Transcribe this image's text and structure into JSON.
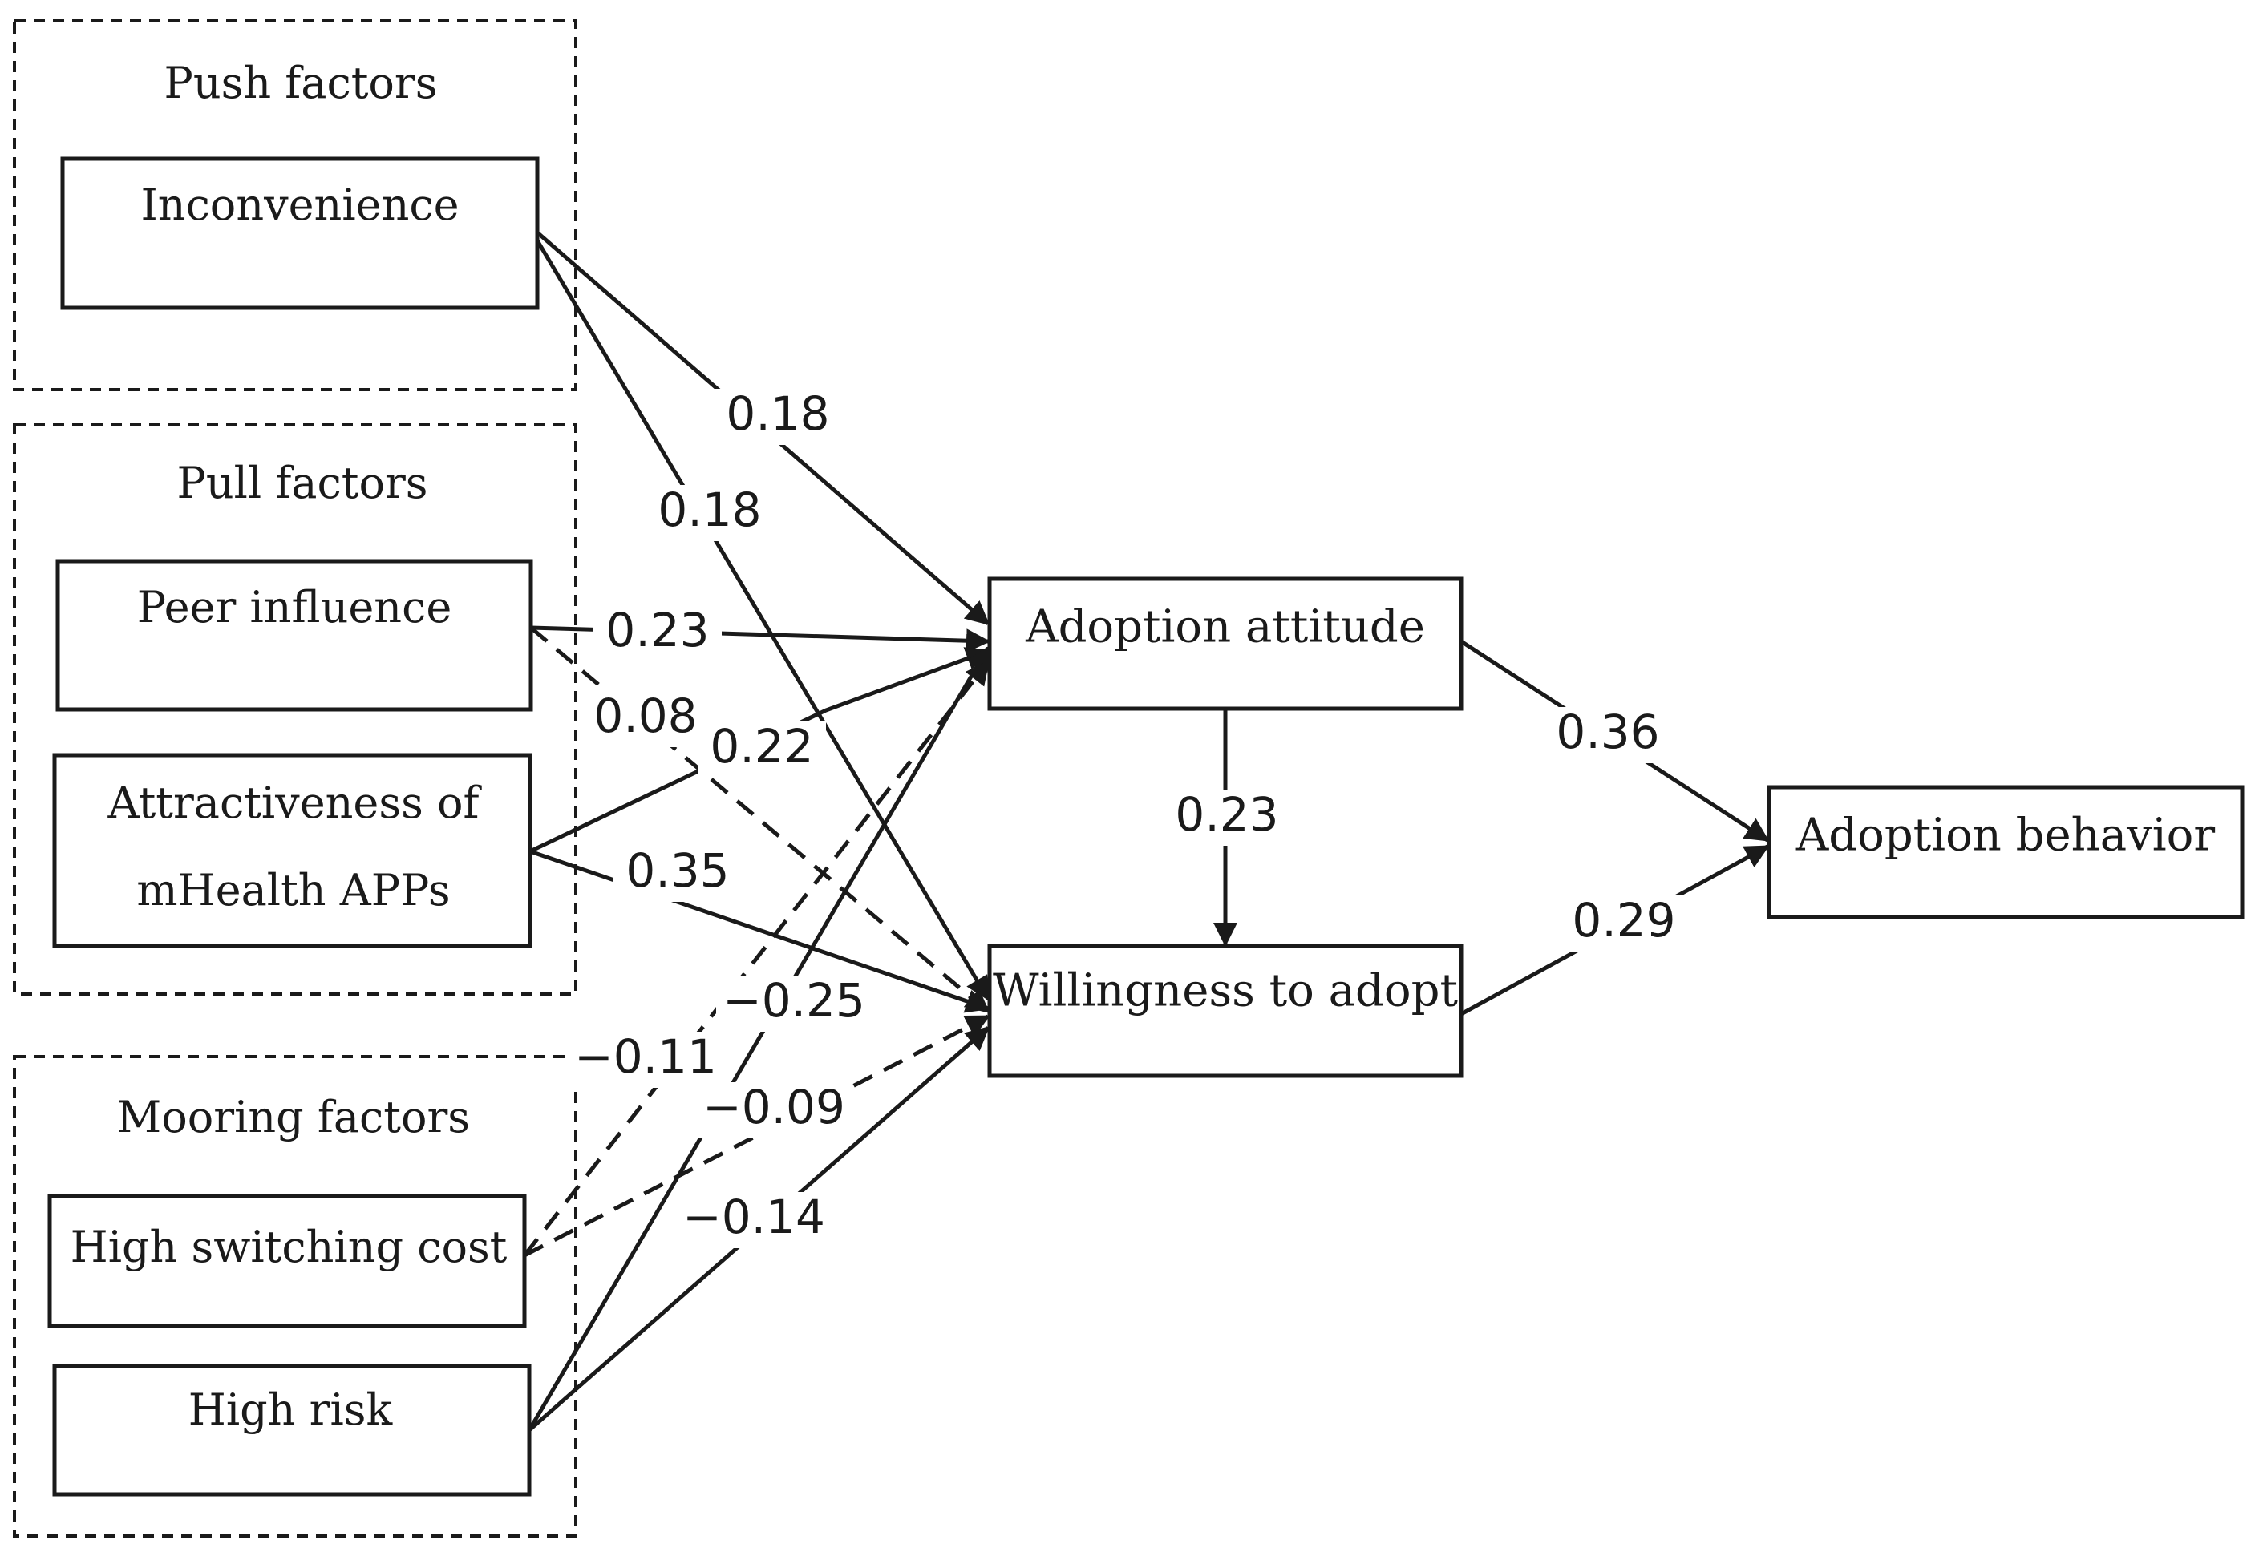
{
  "groups": {
    "push": {
      "title": "Push factors"
    },
    "pull": {
      "title": "Pull factors"
    },
    "mooring": {
      "title": "Mooring factors"
    }
  },
  "nodes": {
    "inconvenience": {
      "label": "Inconvenience"
    },
    "peer_influence": {
      "label": "Peer influence"
    },
    "attractiveness": {
      "label_line1": "Attractiveness of",
      "label_line2": "mHealth APPs"
    },
    "switching_cost": {
      "label": "High switching cost"
    },
    "high_risk": {
      "label": "High risk"
    },
    "adoption_attitude": {
      "label": "Adoption attitude"
    },
    "willingness": {
      "label": "Willingness to adopt"
    },
    "adoption_behavior": {
      "label": "Adoption behavior"
    }
  },
  "paths": [
    {
      "from": "inconvenience",
      "to": "adoption_attitude",
      "coefficient": "0.18",
      "style": "solid"
    },
    {
      "from": "inconvenience",
      "to": "willingness",
      "coefficient": "0.18",
      "style": "solid"
    },
    {
      "from": "peer_influence",
      "to": "adoption_attitude",
      "coefficient": "0.23",
      "style": "solid"
    },
    {
      "from": "peer_influence",
      "to": "willingness",
      "coefficient": "0.08",
      "style": "dashed"
    },
    {
      "from": "attractiveness",
      "to": "adoption_attitude",
      "coefficient": "0.22",
      "style": "solid"
    },
    {
      "from": "attractiveness",
      "to": "willingness",
      "coefficient": "0.35",
      "style": "solid"
    },
    {
      "from": "high_risk",
      "to": "adoption_attitude",
      "coefficient": "−0.25",
      "style": "solid"
    },
    {
      "from": "switching_cost",
      "to": "adoption_attitude",
      "coefficient": "−0.11",
      "style": "dashed"
    },
    {
      "from": "switching_cost",
      "to": "willingness",
      "coefficient": "−0.09",
      "style": "dashed"
    },
    {
      "from": "high_risk",
      "to": "willingness",
      "coefficient": "−0.14",
      "style": "solid"
    },
    {
      "from": "adoption_attitude",
      "to": "willingness",
      "coefficient": "0.23",
      "style": "solid"
    },
    {
      "from": "adoption_attitude",
      "to": "adoption_behavior",
      "coefficient": "0.36",
      "style": "solid"
    },
    {
      "from": "willingness",
      "to": "adoption_behavior",
      "coefficient": "0.29",
      "style": "solid"
    }
  ]
}
